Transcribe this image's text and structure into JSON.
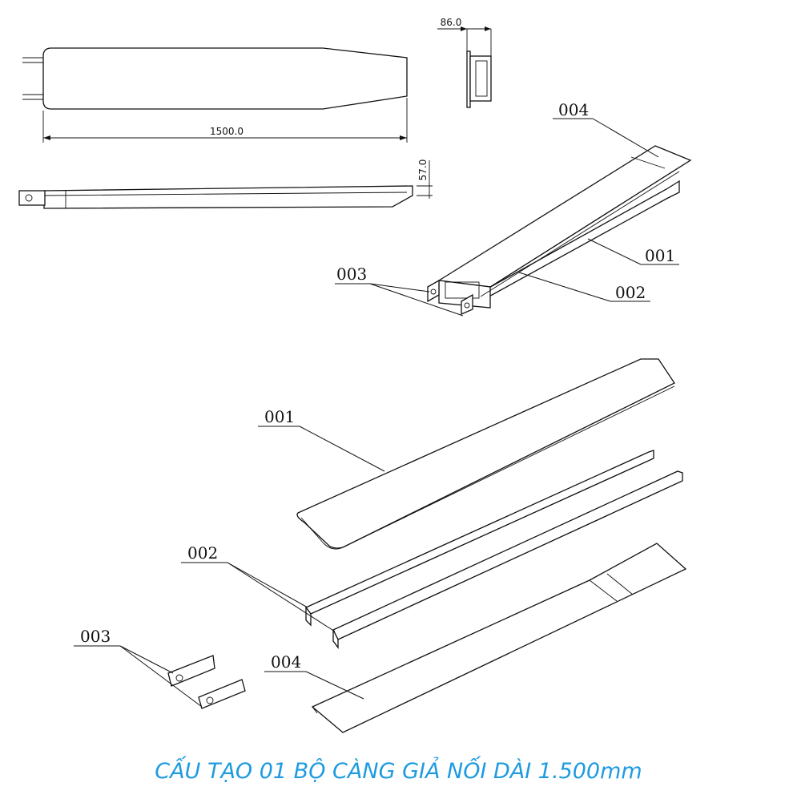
{
  "dimensions": {
    "length": "1500.0",
    "width": "86.0",
    "height": "57.0"
  },
  "labels": {
    "part_001": "001",
    "part_002": "002",
    "part_003": "003",
    "part_004": "004"
  },
  "title": "CẤU TẠO 01 BỘ CÀNG GIẢ NỐI DÀI 1.500mm",
  "colors": {
    "title": "#1e9be0",
    "line": "#111111"
  }
}
